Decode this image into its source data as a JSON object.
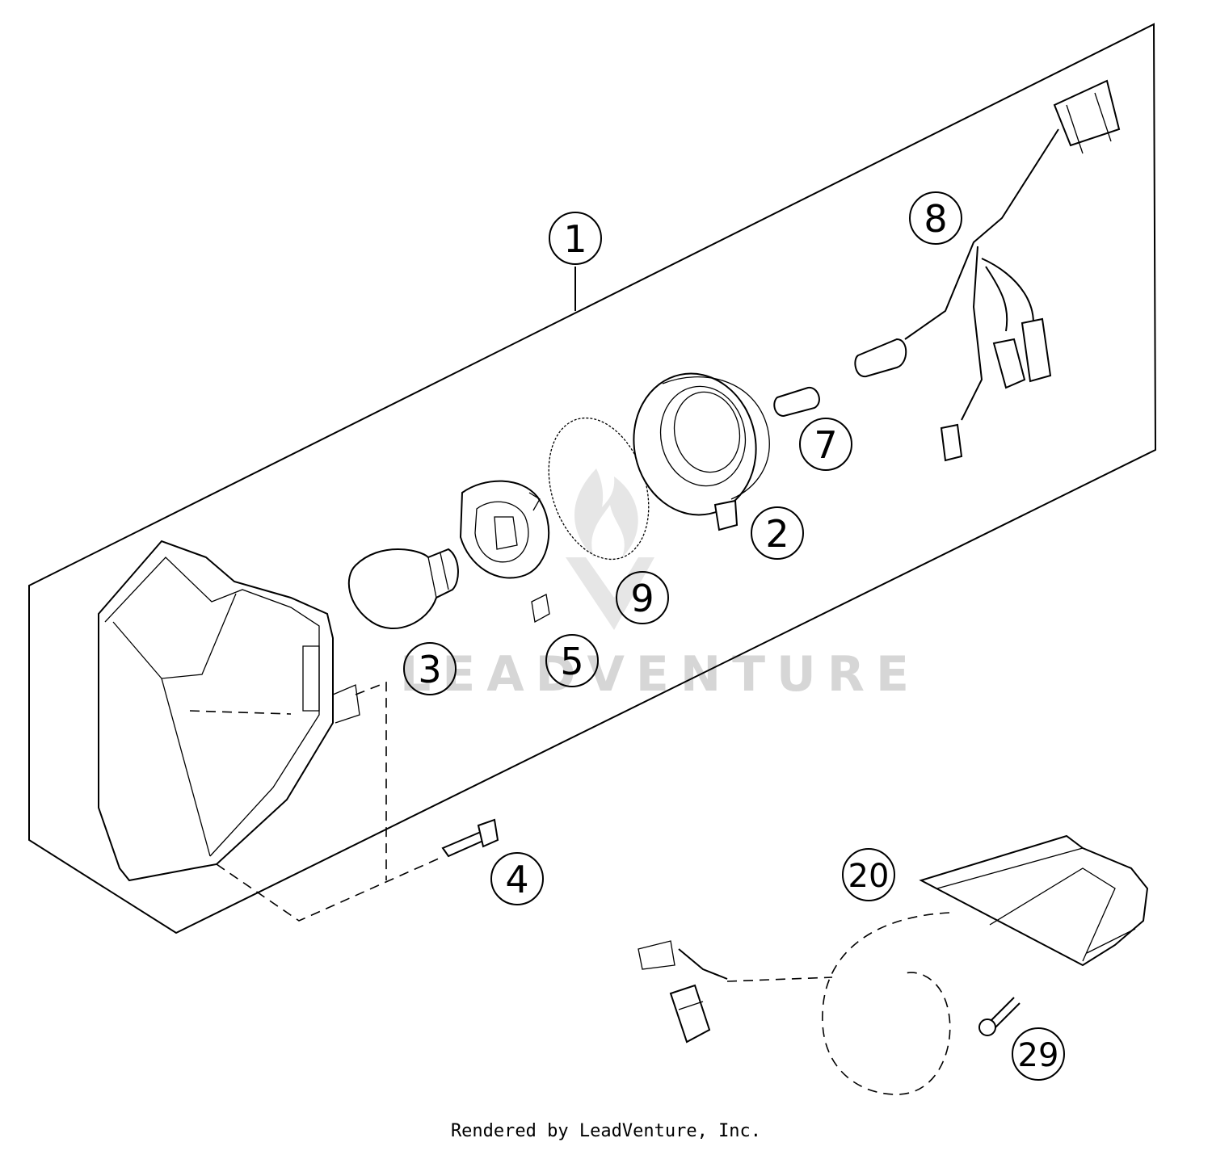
{
  "callouts": [
    {
      "id": "c1",
      "label": "1"
    },
    {
      "id": "c2",
      "label": "2"
    },
    {
      "id": "c3",
      "label": "3"
    },
    {
      "id": "c4",
      "label": "4"
    },
    {
      "id": "c5",
      "label": "5"
    },
    {
      "id": "c7",
      "label": "7"
    },
    {
      "id": "c8",
      "label": "8"
    },
    {
      "id": "c9",
      "label": "9"
    },
    {
      "id": "c20",
      "label": "20"
    },
    {
      "id": "c29",
      "label": "29"
    }
  ],
  "watermark": {
    "text": "LEADVENTURE"
  },
  "footer": {
    "text": "Rendered by LeadVenture, Inc."
  }
}
